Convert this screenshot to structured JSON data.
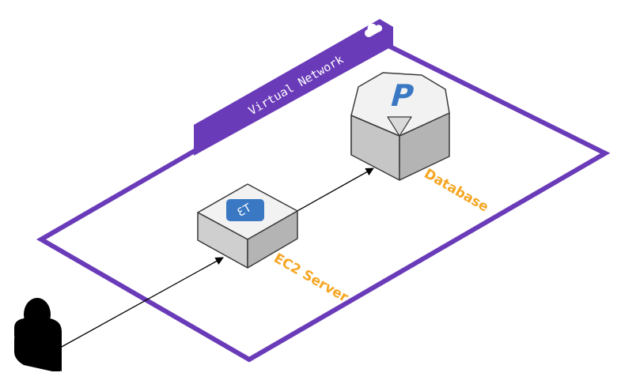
{
  "network": {
    "label": "Virtual Network",
    "border_color": "#6a3bb8",
    "tab_color": "#6a3bb8",
    "icon": "cloud-icon"
  },
  "ec2": {
    "label": "EC2 Server",
    "badge": "T3",
    "badge_color": "#3a78c4",
    "label_color": "#f5a623"
  },
  "database": {
    "label": "Database",
    "badge": "P",
    "badge_color": "#3a78c4",
    "label_color": "#f5a623"
  },
  "user": {
    "icon": "user-icon"
  },
  "connections": [
    {
      "from": "user",
      "to": "ec2-server"
    },
    {
      "from": "ec2-server",
      "to": "database"
    }
  ]
}
